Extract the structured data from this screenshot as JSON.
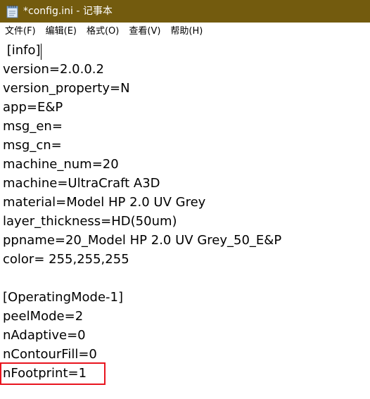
{
  "window": {
    "title": "*config.ini - 记事本",
    "icon": "notepad-icon"
  },
  "menubar": {
    "items": [
      {
        "label": "文件(F)"
      },
      {
        "label": "编辑(E)"
      },
      {
        "label": "格式(O)"
      },
      {
        "label": "查看(V)"
      },
      {
        "label": "帮助(H)"
      }
    ]
  },
  "editor": {
    "lines": [
      " [info]",
      "version=2.0.0.2",
      "version_property=N",
      "app=E&P",
      "msg_en=",
      "msg_cn=",
      "machine_num=20",
      "machine=UltraCraft A3D",
      "material=Model HP 2.0 UV Grey",
      "layer_thickness=HD(50um)",
      "ppname=20_Model HP 2.0 UV Grey_50_E&P",
      "color= 255,255,255",
      "",
      "[OperatingMode-1]",
      "peelMode=2",
      "nAdaptive=0",
      "nContourFill=0",
      "nFootprint=1"
    ],
    "highlight_color": "#e8141e"
  }
}
